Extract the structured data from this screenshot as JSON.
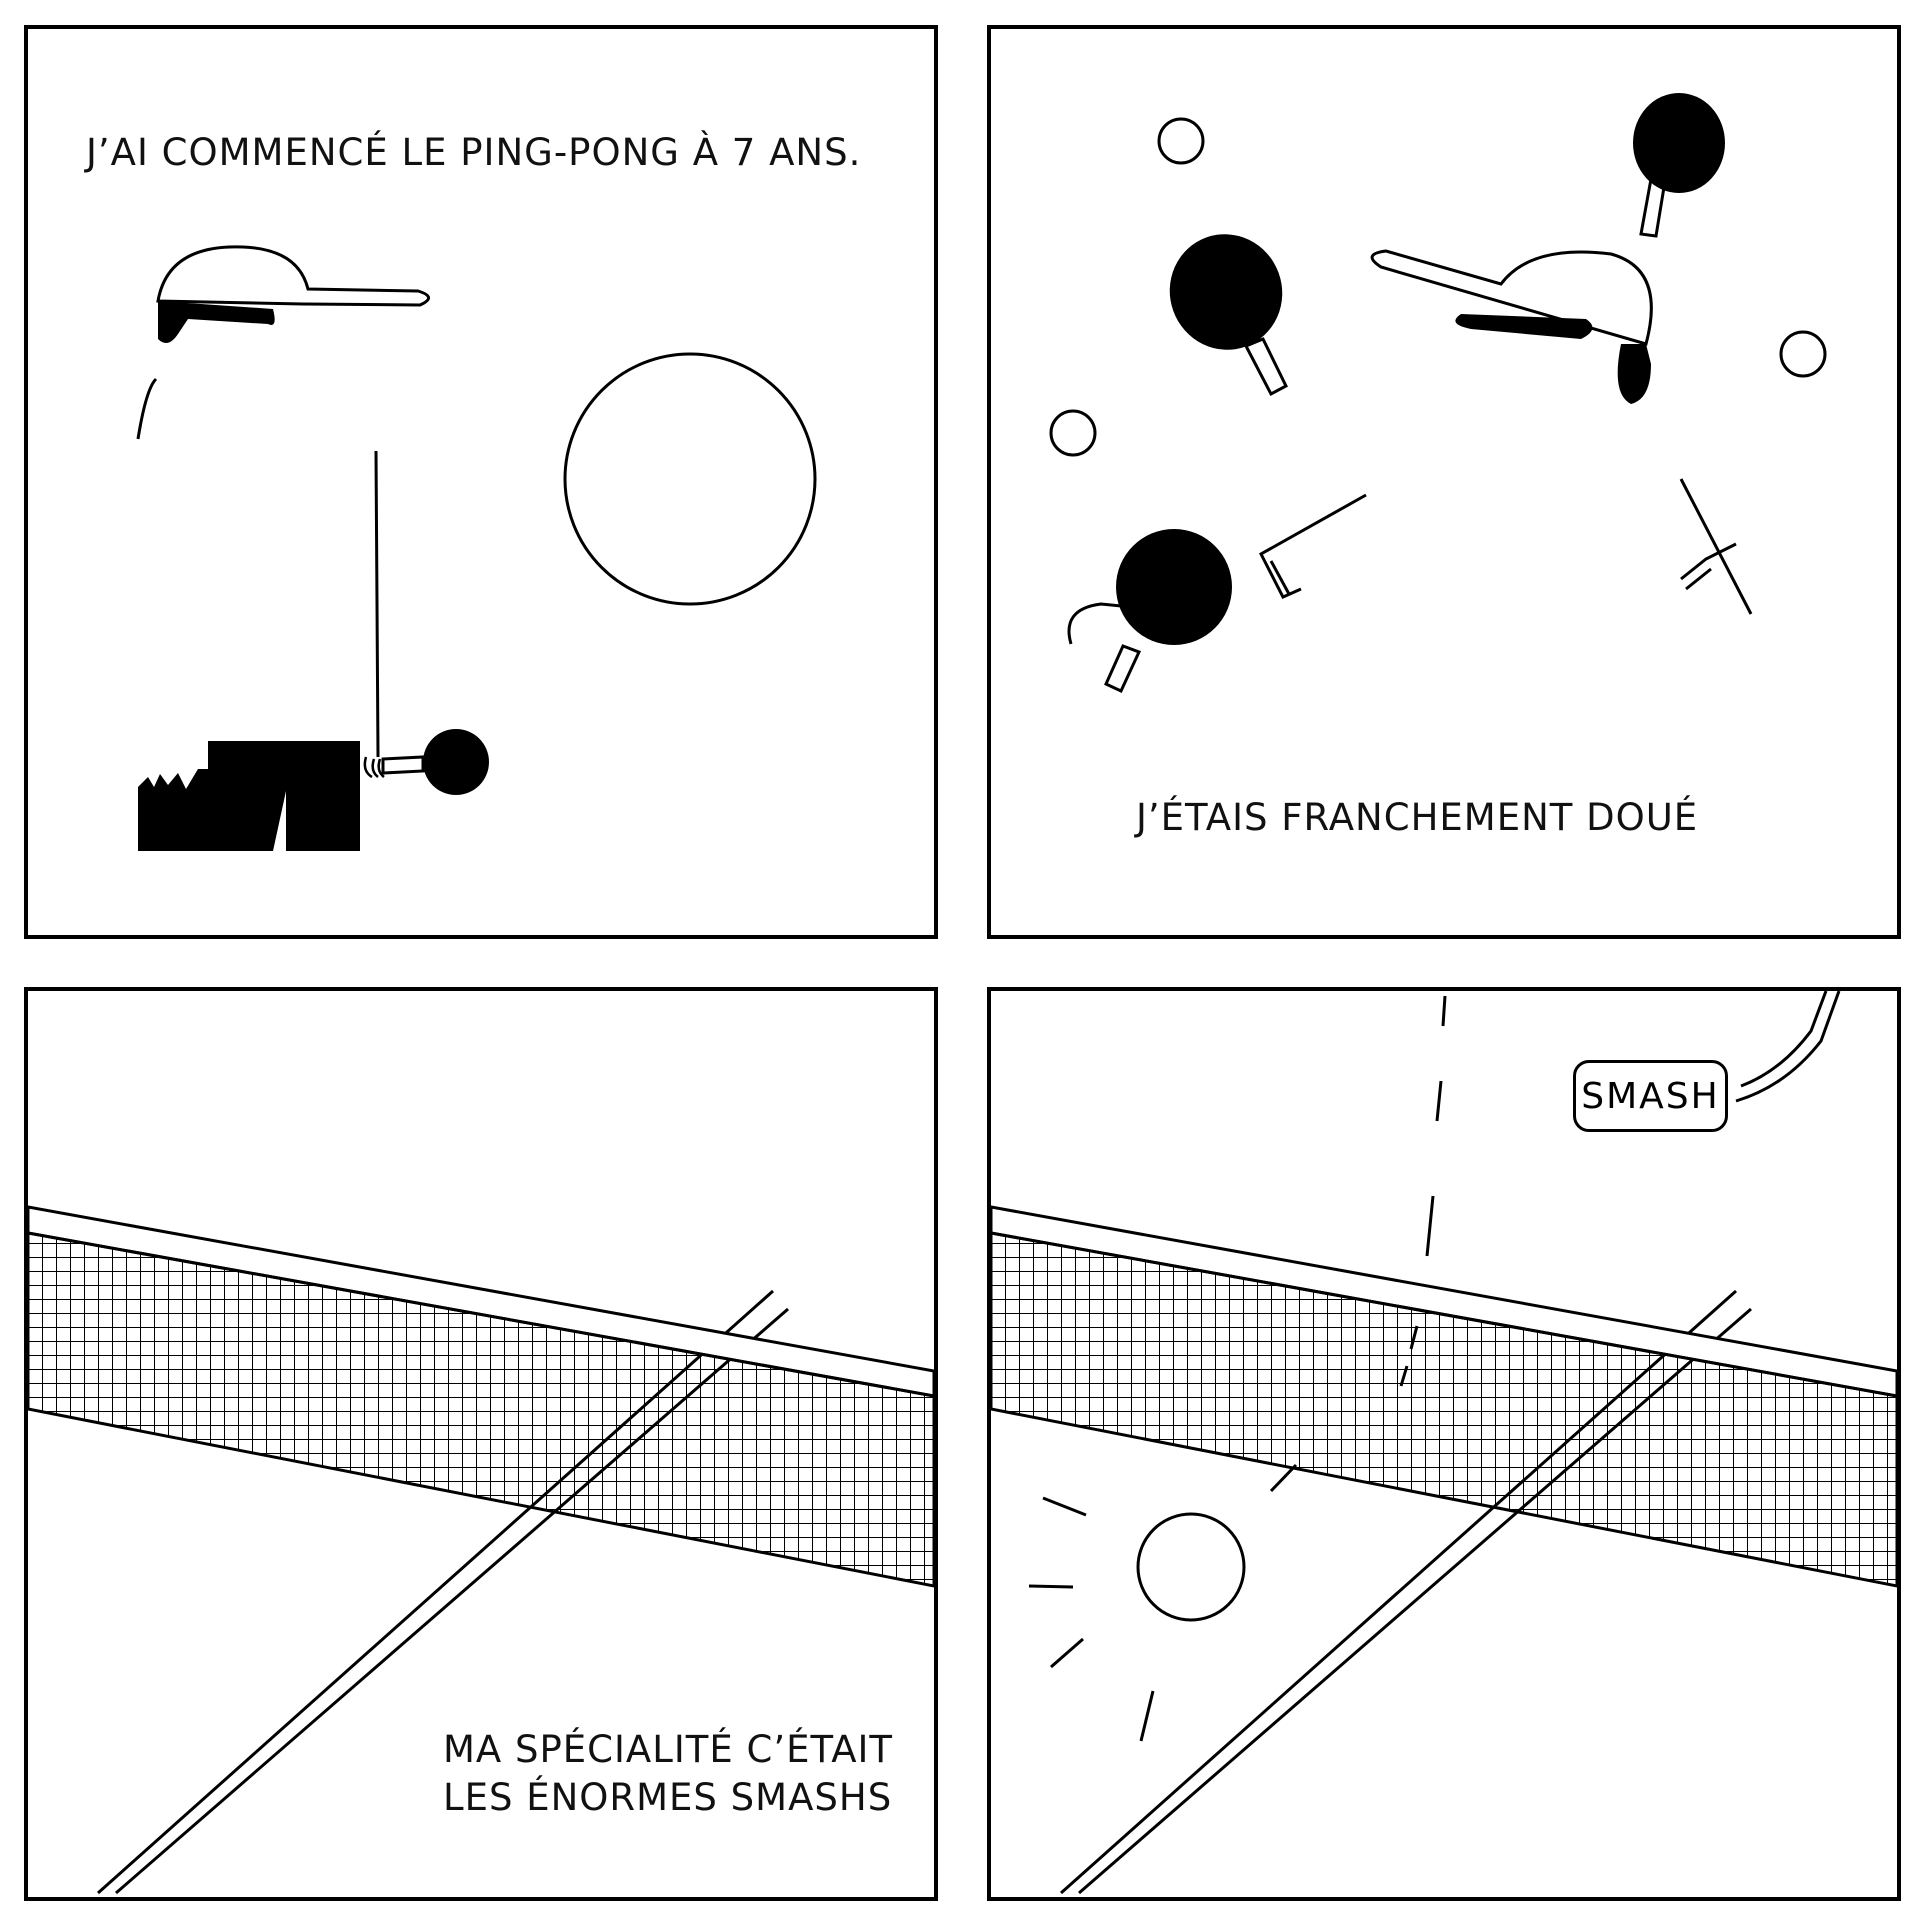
{
  "panels": [
    {
      "caption": "J’AI COMMENCÉ LE PING-PONG À 7 ANS."
    },
    {
      "caption": "J’ÉTAIS FRANCHEMENT DOUÉ"
    },
    {
      "caption_lines": [
        "MA SPÉCIALITÉ C’ÉTAIT",
        "LES ÉNORMES SMASHS"
      ]
    },
    {
      "speech": "SMASH"
    }
  ],
  "colors": {
    "ink": "#000000",
    "paper": "#ffffff"
  },
  "icons": [
    "cap-icon",
    "paddle-icon",
    "ball-icon",
    "net-icon",
    "shorts-icon"
  ]
}
